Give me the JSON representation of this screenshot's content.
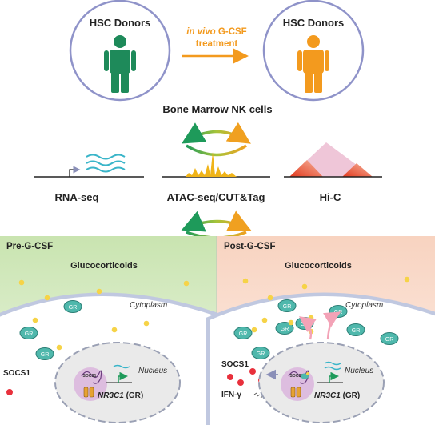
{
  "top": {
    "left_donor_label": "HSC Donors",
    "right_donor_label": "HSC Donors",
    "treatment_line1_italic": "in vivo",
    "treatment_line1_rest": " G-CSF",
    "treatment_line2": "treatment",
    "cell_type": "Bone Marrow NK cells"
  },
  "assays": {
    "rna": "RNA-seq",
    "atac": "ATAC-seq/CUT&Tag",
    "hic": "Hi-C"
  },
  "pre_panel": {
    "title": "Pre-G-CSF",
    "glucocorticoids": "Glucocorticoids",
    "cytoplasm": "Cytoplasm",
    "gr": "GR",
    "socs1": "SOCS1",
    "nucleus": "Nucleus",
    "gene_italic": "NR3C1",
    "gene_rest": " (GR)",
    "dna_label": "SOCS1"
  },
  "post_panel": {
    "title": "Post-G-CSF",
    "glucocorticoids": "Glucocorticoids",
    "cytoplasm": "Cytoplasm",
    "gr": "GR",
    "socs1": "SOCS1",
    "nucleus": "Nucleus",
    "gene_italic": "NR3C1",
    "gene_rest": " (GR)",
    "dna_label": "SOCS1",
    "ifn": "IFN-γ"
  },
  "colors": {
    "donor_before": "#1e8a5a",
    "donor_after": "#f39a1e",
    "treatment_text": "#f39a1e",
    "circle_stroke": "#8f93c9",
    "pre_bg": "#dcedc8",
    "post_bg": "#fbe0d2",
    "gr_fill": "#4fb8ac",
    "glucocorticoid": "#f6d347",
    "socs1": "#e8303c"
  }
}
